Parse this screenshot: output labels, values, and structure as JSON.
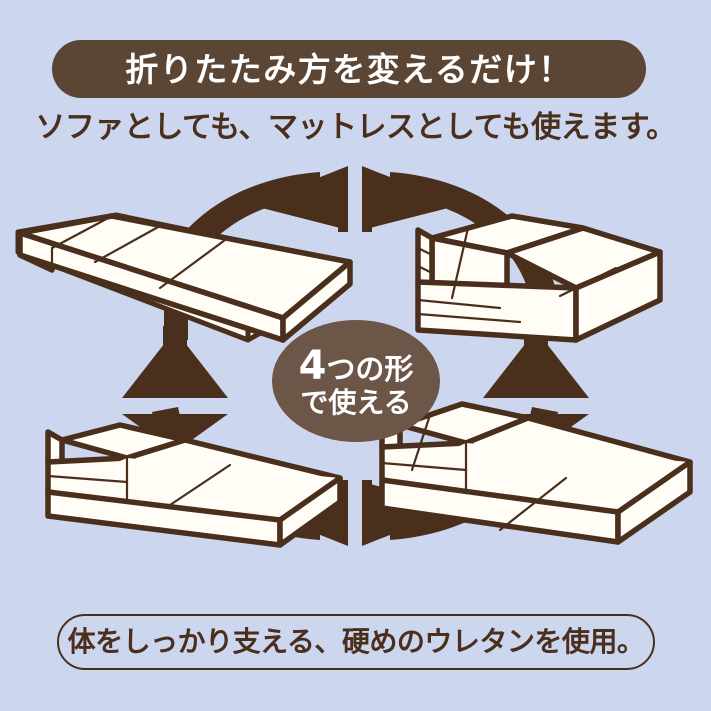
{
  "page": {
    "background_color": "#ccd7ef",
    "brand_brown": "#4a2f1c",
    "pill_brown": "#5b4636",
    "badge_brown": "#6b5647",
    "arrow_brown": "#4a2f1c",
    "mattress_fill": "#fffdf5",
    "mattress_outline": "#4a2f1c"
  },
  "header": {
    "title": "折りたたみ方を変えるだけ！",
    "subtitle": "ソファとしても、マットレスとしても使えます。"
  },
  "center_badge": {
    "number": "4",
    "line1_suffix": "つの形",
    "line2": "で使える"
  },
  "footer": {
    "text": "体をしっかり支える、硬めのウレタンを使用。"
  },
  "diagram": {
    "items": [
      {
        "id": "flat-mattress",
        "position": "top-left",
        "description": "平らに広げたマットレス"
      },
      {
        "id": "sofa-shape",
        "position": "top-right",
        "description": "背もたれ付きソファ形状"
      },
      {
        "id": "pillow-mattress",
        "position": "bottom-left",
        "description": "枕付きマットレス形状"
      },
      {
        "id": "chaise-shape",
        "position": "bottom-right",
        "description": "座椅子・カウチ形状"
      }
    ],
    "arrows": [
      {
        "id": "arrow-top",
        "direction": "bidirectional",
        "shape": "arc-up"
      },
      {
        "id": "arrow-left",
        "direction": "bidirectional",
        "shape": "vertical"
      },
      {
        "id": "arrow-right",
        "direction": "bidirectional",
        "shape": "vertical"
      },
      {
        "id": "arrow-bottom",
        "direction": "bidirectional",
        "shape": "arc-down"
      }
    ]
  }
}
